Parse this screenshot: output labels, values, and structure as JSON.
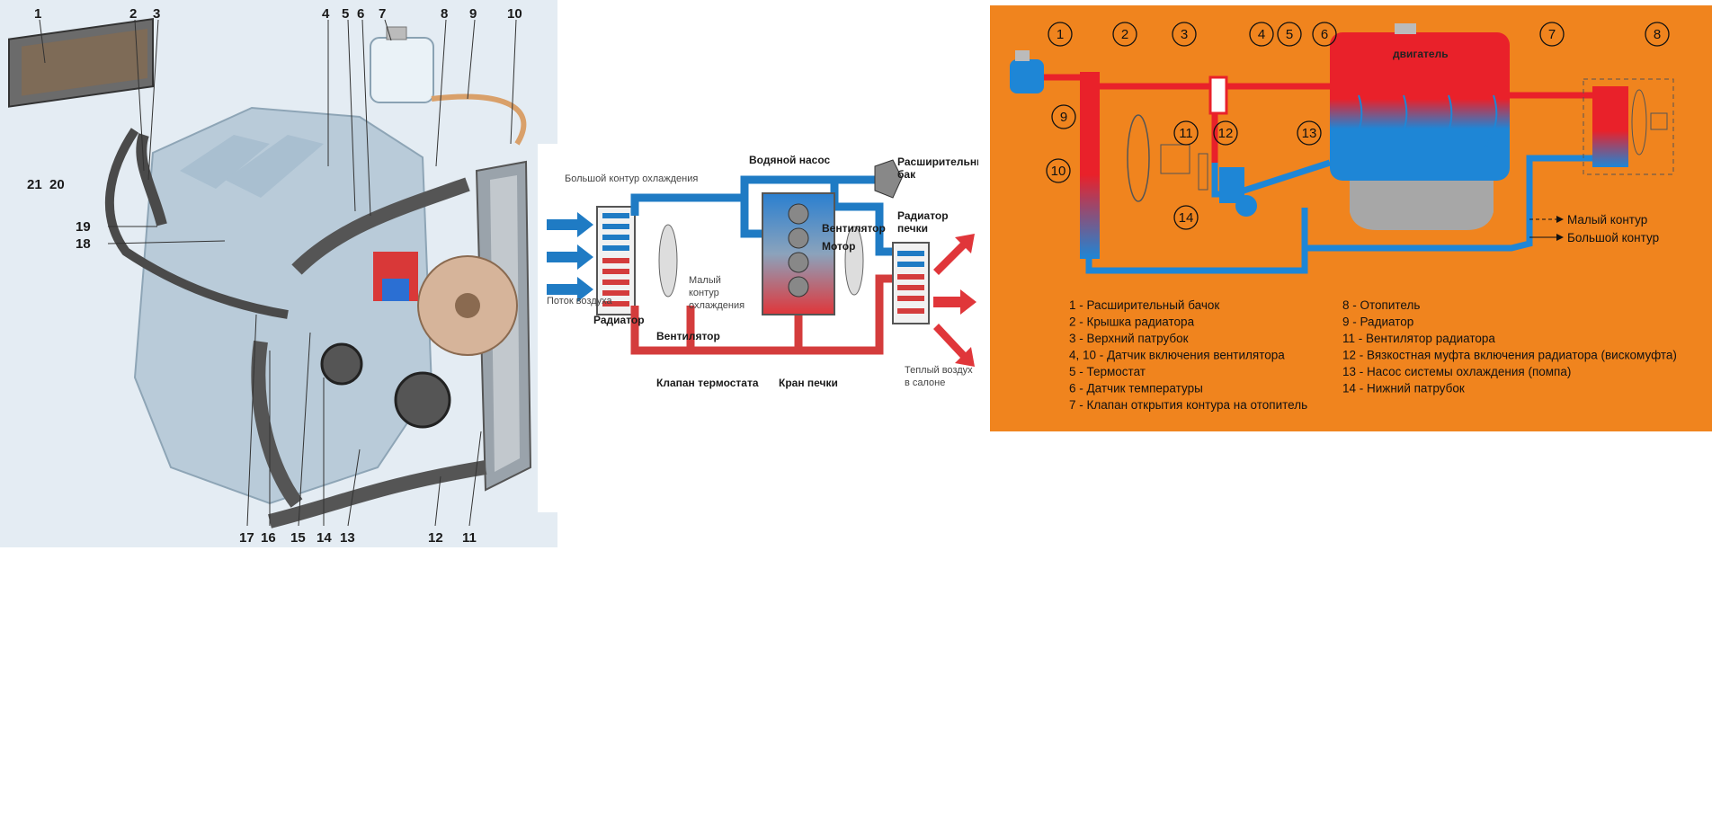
{
  "engine_callouts": {
    "top": [
      "1",
      "2",
      "3",
      "4",
      "5",
      "6",
      "7",
      "8",
      "9",
      "10"
    ],
    "left": [
      "21",
      "20",
      "19",
      "18"
    ],
    "bottom": [
      "17",
      "16",
      "15",
      "14",
      "13",
      "12",
      "11"
    ]
  },
  "circuit_labels": {
    "big_circuit": "Большой контур охлаждения",
    "water_pump": "Водяной насос",
    "exp_tank_1": "Расширительный",
    "exp_tank_2": "бак",
    "fan_right": "Вентилятор",
    "motor": "Мотор",
    "heater_rad_1": "Радиатор",
    "heater_rad_2": "печки",
    "small_1": "Малый",
    "small_2": "контур",
    "small_3": "охлаждения",
    "air_flow": "Поток воздуха",
    "radiator": "Радиатор",
    "fan_left": "Вентилятор",
    "thermostat_valve": "Клапан термостата",
    "heater_tap": "Кран печки",
    "warm_1": "Теплый воздух",
    "warm_2": "в салоне"
  },
  "scheme": {
    "circle_numbers": [
      "1",
      "2",
      "3",
      "4",
      "5",
      "6",
      "7",
      "8",
      "9",
      "10",
      "11",
      "12",
      "13",
      "14"
    ],
    "engine_label": "двигатель",
    "legend_small": "Малый контур",
    "legend_big": "Большой контур",
    "legend_left": [
      "1 - Расширительный бачок",
      "2 - Крышка радиатора",
      "3 - Верхний патрубок",
      "4, 10 - Датчик включения вентилятора",
      "5 - Термостат",
      "6 - Датчик температуры",
      "7 - Клапан открытия контура на отопитель"
    ],
    "legend_right": [
      "8 - Отопитель",
      "9 - Радиатор",
      "11 - Вентилятор радиатора",
      "12 - Вязкостная муфта включения радиатора (вискомуфта)",
      "13 - Насос системы охлаждения (помпа)",
      "14 - Нижний патрубок"
    ]
  },
  "colors": {
    "hot": "#e32028",
    "cold": "#1a7fd0",
    "orange": "#f0841e"
  }
}
